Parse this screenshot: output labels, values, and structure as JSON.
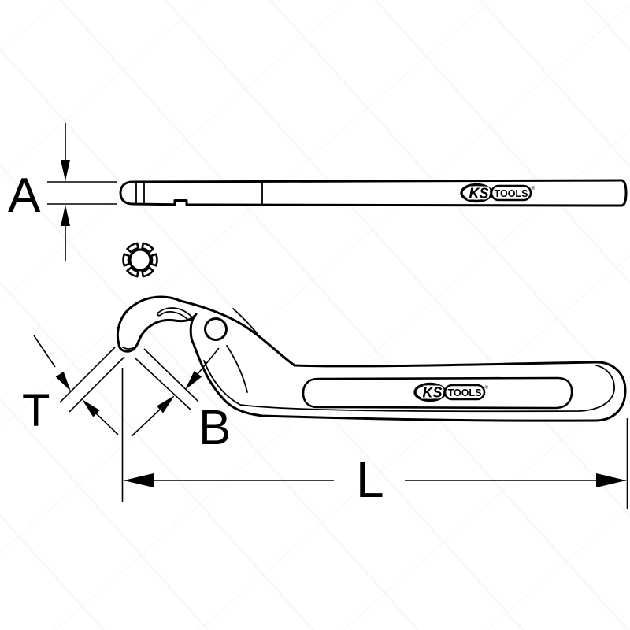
{
  "canvas": {
    "background": "#ffffff",
    "line_color": "#000000"
  },
  "dims": {
    "A": "A",
    "T": "T",
    "B": "B",
    "L": "L"
  },
  "brand": {
    "ks": "KS",
    "tools": "TOOLS",
    "mark": "®"
  },
  "icons": {
    "slotted_nut": "slotted-nut-top-view-icon"
  }
}
